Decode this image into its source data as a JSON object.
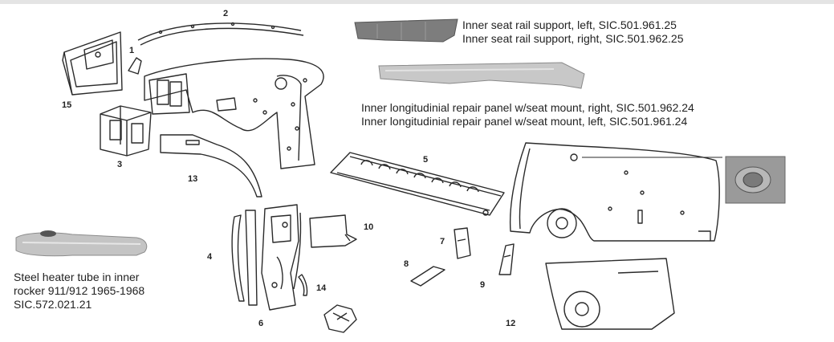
{
  "part_numbers": [
    "1",
    "2",
    "3",
    "4",
    "5",
    "6",
    "7",
    "8",
    "9",
    "10",
    "12",
    "13",
    "14",
    "15"
  ],
  "captions": {
    "seat_rail_left": "Inner seat rail support, left, SIC.501.961.25",
    "seat_rail_right": "Inner seat rail support, right, SIC.501.962.25",
    "long_panel_right": "Inner longitudinial repair panel w/seat mount, right, SIC.501.962.24",
    "long_panel_left": "Inner longitudinial repair panel w/seat mount, left, SIC.501.961.24",
    "heater_line1": "Steel heater tube in inner",
    "heater_line2": "rocker 911/912 1965-1968",
    "heater_line3": "SIC.572.021.21"
  }
}
